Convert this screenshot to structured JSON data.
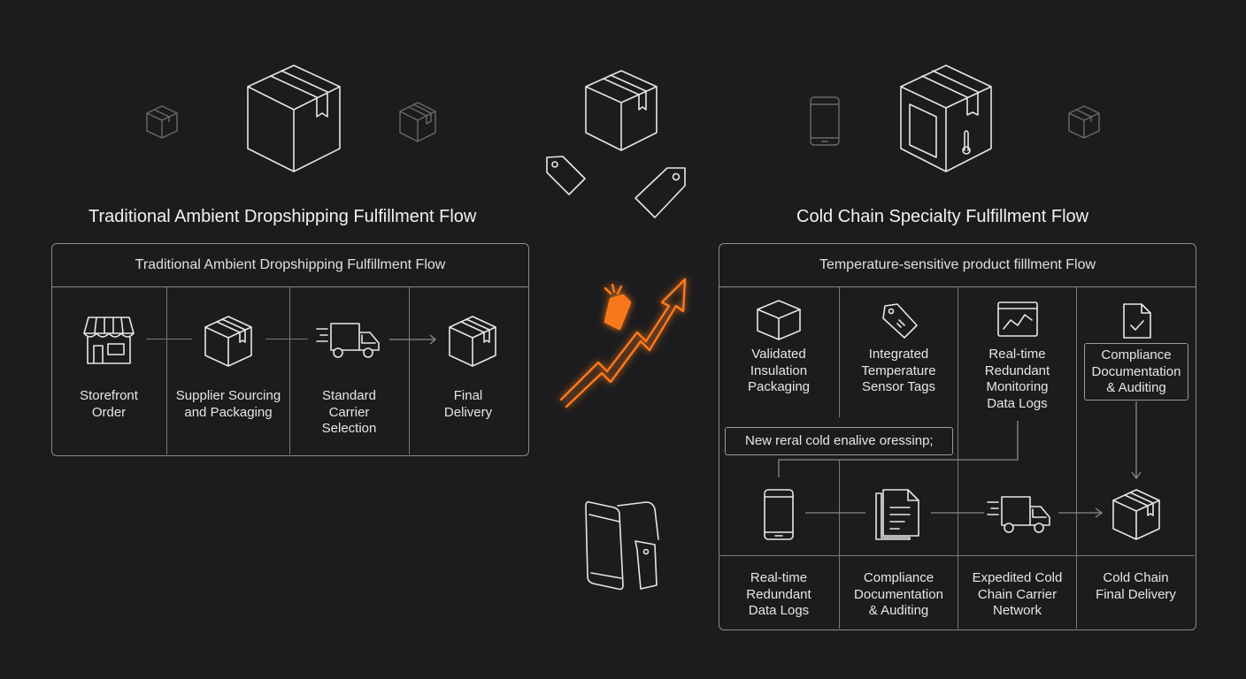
{
  "left": {
    "heading": "Traditional Ambient Dropshipping Fulfillment Flow",
    "panel_title": "Traditional Ambient Dropshipping Fulfillment Flow",
    "steps": [
      {
        "label": "Storefront\nOrder",
        "icon": "storefront-icon"
      },
      {
        "label": "Supplier Sourcing\nand Packaging",
        "icon": "package-icon"
      },
      {
        "label": "Standard\nCarrier\nSelection",
        "icon": "delivery-truck-icon"
      },
      {
        "label": "Final\nDelivery",
        "icon": "package-icon"
      }
    ]
  },
  "right": {
    "heading": "Cold Chain Specialty Fulfillment Flow",
    "panel_title": "Temperature-sensitive product filllment Flow",
    "top_steps": [
      {
        "label": "Validated\nInsulation\nPackaging",
        "icon": "box-icon"
      },
      {
        "label": "Integrated\nTemperature\nSensor Tags",
        "icon": "sensor-tag-icon"
      },
      {
        "label": "Real-time\nRedundant\nMonitoring\nData Logs",
        "icon": "monitoring-chart-icon"
      },
      {
        "label": "Compliance\nDocumentation\n& Auditing",
        "icon": "document-check-icon"
      }
    ],
    "note": "New reral cold enalive oressinp;",
    "bottom_steps": [
      {
        "label": "Real-time\nRedundant\nData Logs",
        "icon": "mobile-device-icon"
      },
      {
        "label": "Compliance\nDocumentation\n& Auditing",
        "icon": "documents-icon"
      },
      {
        "label": "Expedited Cold\nChain Carrier\nNetwork",
        "icon": "delivery-truck-icon"
      },
      {
        "label": "Cold Chain\nFinal Delivery",
        "icon": "package-icon"
      }
    ]
  },
  "colors": {
    "background": "#1c1c1e",
    "line": "#e6e6e6",
    "accent": "#ff7a1a"
  },
  "decorative_icons": [
    "package-icon",
    "price-tag-icon",
    "mobile-device-icon",
    "thermometer-icon",
    "growth-arrow-icon"
  ]
}
